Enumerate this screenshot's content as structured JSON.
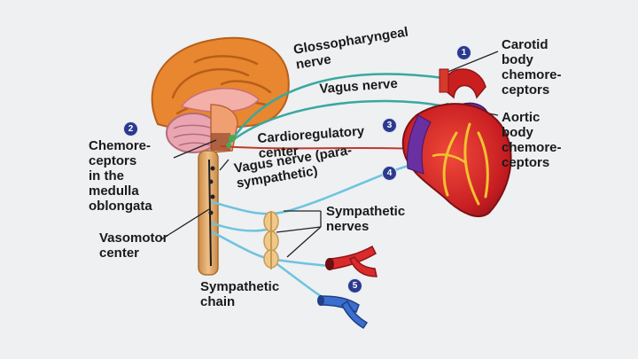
{
  "labels": {
    "glossopharyngeal": [
      "Glossopharyngeal",
      "nerve"
    ],
    "vagus_sensory": "Vagus nerve",
    "cardioregulatory": [
      "Cardioregulatory",
      "center"
    ],
    "vagus_para": [
      "Vagus nerve (para-",
      "sympathetic)"
    ],
    "chemoreceptors_medulla": [
      "Chemore-",
      "ceptors",
      "in the",
      "medulla",
      "oblongata"
    ],
    "vasomotor": [
      "Vasomotor",
      "center"
    ],
    "sympathetic_chain": [
      "Sympathetic",
      "chain"
    ],
    "sympathetic_nerves": [
      "Sympathetic",
      "nerves"
    ],
    "carotid": [
      "Carotid",
      "body",
      "chemore-",
      "ceptors"
    ],
    "aortic": [
      "Aortic",
      "body",
      "chemore-",
      "ceptors"
    ]
  },
  "badges": [
    "1",
    "2",
    "3",
    "4",
    "5"
  ],
  "colors": {
    "background": "#eef0f2",
    "sensory_nerve": "#3aa7a0",
    "sympathetic_nerve": "#6fc3df",
    "parasympathetic_nerve": "#c0392b",
    "badge": "#2b3a8f",
    "brain_cortex": "#e8872f",
    "cerebellum": "#e9a6b2",
    "spinal_cord": "#e0a96a",
    "heart": "#d42b2b",
    "artery": "#d92b2b",
    "vein": "#3a6fd0",
    "ganglion": "#f0c98a"
  }
}
